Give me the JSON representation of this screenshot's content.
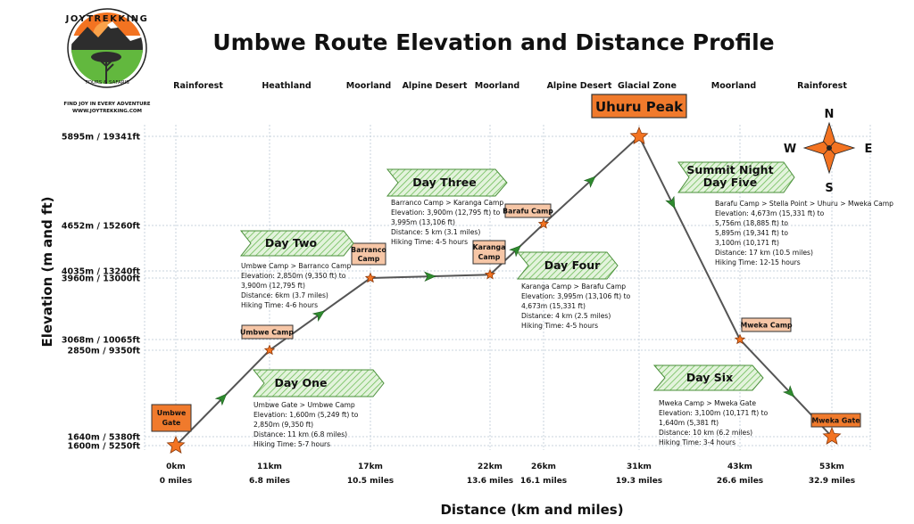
{
  "logo": {
    "name": "JOYTREKKING",
    "subtitle": "TOURS & SAFARIS",
    "tagline": "FIND JOY IN EVERY ADVENTURE",
    "website": "WWW.JOYTREKKING.COM"
  },
  "colors": {
    "route": "#555555",
    "arrow_green": "#2e8b2e",
    "banner_green": "#6fbe5a",
    "camp_box": "#f6c6a6",
    "camp_box_dark": "#f07a2c",
    "star": "#f37321",
    "grid": "#c9d3de"
  },
  "chart_data": {
    "type": "line",
    "title": "Umbwe Route Elevation and Distance Profile",
    "xlabel": "Distance (km and miles)",
    "ylabel": "Elevation (m and ft)",
    "grid": true,
    "x_ticks": [
      {
        "km": 0,
        "label_km": "0km",
        "label_mi": "0 miles"
      },
      {
        "km": 11,
        "label_km": "11km",
        "label_mi": "6.8 miles"
      },
      {
        "km": 17,
        "label_km": "17km",
        "label_mi": "10.5 miles"
      },
      {
        "km": 22,
        "label_km": "22km",
        "label_mi": "13.6 miles"
      },
      {
        "km": 26,
        "label_km": "26km",
        "label_mi": "16.1 miles"
      },
      {
        "km": 31,
        "label_km": "31km",
        "label_mi": "19.3 miles"
      },
      {
        "km": 43,
        "label_km": "43km",
        "label_mi": "26.6 miles"
      },
      {
        "km": 53,
        "label_km": "53km",
        "label_mi": "32.9 miles"
      }
    ],
    "y_ticks": [
      {
        "m": 5895,
        "label": "5895m / 19341ft"
      },
      {
        "m": 4652,
        "label": "4652m / 15260ft"
      },
      {
        "m": 4035,
        "label": "4035m / 13240ft"
      },
      {
        "m": 3960,
        "label": "3960m / 13000ft"
      },
      {
        "m": 3068,
        "label": "3068m / 10065ft"
      },
      {
        "m": 2850,
        "label": "2850m / 9350ft"
      },
      {
        "m": 1640,
        "label": "1640m / 5380ft"
      },
      {
        "m": 1600,
        "label": "1600m / 5250ft"
      }
    ],
    "zones": [
      {
        "km": 0,
        "label": "Rainforest"
      },
      {
        "km": 11,
        "label": "Heathland"
      },
      {
        "km": 17,
        "label": "Moorland"
      },
      {
        "km": 19.5,
        "label": "Alpine Desert"
      },
      {
        "km": 22,
        "label": "Moorland"
      },
      {
        "km": 26,
        "label": "Alpine Desert"
      },
      {
        "km": 31,
        "label": "Glacial Zone"
      },
      {
        "km": 43,
        "label": "Moorland"
      },
      {
        "km": 53,
        "label": "Rainforest"
      }
    ],
    "points": [
      {
        "km": 0,
        "m": 1600,
        "camp": "Umbwe Gate"
      },
      {
        "km": 11,
        "m": 2850,
        "camp": "Umbwe Camp"
      },
      {
        "km": 17,
        "m": 3960,
        "camp": "Barranco Camp"
      },
      {
        "km": 22,
        "m": 3995,
        "camp": "Karanga Camp"
      },
      {
        "km": 26,
        "m": 4673,
        "camp": "Barafu Camp"
      },
      {
        "km": 31,
        "m": 5895,
        "camp": "Uhuru Peak"
      },
      {
        "km": 43,
        "m": 3068,
        "camp": "Mweka Camp"
      },
      {
        "km": 53,
        "m": 1640,
        "camp": "Mweka Gate"
      }
    ],
    "days": [
      {
        "label": "Day One",
        "lines": [
          "Umbwe Gate > Umbwe Camp",
          "Elevation: 1,600m (5,249 ft) to",
          "2,850m (9,350 ft)",
          "Distance: 11 km (6.8 miles)",
          "Hiking Time: 5-7 hours"
        ]
      },
      {
        "label": "Day Two",
        "lines": [
          "Umbwe Camp > Barranco Camp",
          "Elevation: 2,850m (9,350 ft) to",
          "3,900m (12,795 ft)",
          "Distance: 6km (3.7 miles)",
          "Hiking Time: 4-6 hours"
        ]
      },
      {
        "label": "Day Three",
        "lines": [
          "Barranco Camp > Karanga Camp",
          "Elevation: 3,900m (12,795 ft) to",
          "3,995m (13,106 ft)",
          "Distance: 5 km (3.1 miles)",
          "Hiking Time: 4-5 hours"
        ]
      },
      {
        "label": "Day Four",
        "lines": [
          "Karanga Camp > Barafu Camp",
          "Elevation: 3,995m (13,106 ft) to",
          "4,673m (15,331 ft)",
          "Distance: 4 km (2.5 miles)",
          "Hiking Time: 4-5 hours"
        ]
      },
      {
        "label": "Summit Night",
        "label2": "Day Five",
        "lines": [
          "Barafu Camp > Stella Point > Uhuru > Mweka Camp",
          "Elevation: 4,673m (15,331 ft) to",
          "5,756m (18,885 ft) to",
          "5,895m (19,341 ft) to",
          "3,100m (10,171 ft)",
          "Distance: 17 km (10.5 miles)",
          "Hiking Time: 12-15 hours"
        ]
      },
      {
        "label": "Day Six",
        "lines": [
          "Mweka Camp > Mweka Gate",
          "Elevation: 3,100m (10,171 ft) to",
          "1,640m (5,381 ft)",
          "Distance: 10 km (6.2 miles)",
          "Hiking Time: 3-4 hours"
        ]
      }
    ],
    "camp_labels": {
      "umbwe_gate": [
        "Umbwe",
        "Gate"
      ],
      "umbwe_camp": [
        "Umbwe Camp"
      ],
      "barranco_camp": [
        "Barranco",
        "Camp"
      ],
      "karanga_camp": [
        "Karanga",
        "Camp"
      ],
      "barafu_camp": [
        "Barafu Camp"
      ],
      "uhuru_peak": [
        "Uhuru Peak"
      ],
      "mweka_camp": [
        "Mweka Camp"
      ],
      "mweka_gate": [
        "Mweka Gate"
      ]
    },
    "compass": {
      "n": "N",
      "e": "E",
      "s": "S",
      "w": "W"
    }
  }
}
